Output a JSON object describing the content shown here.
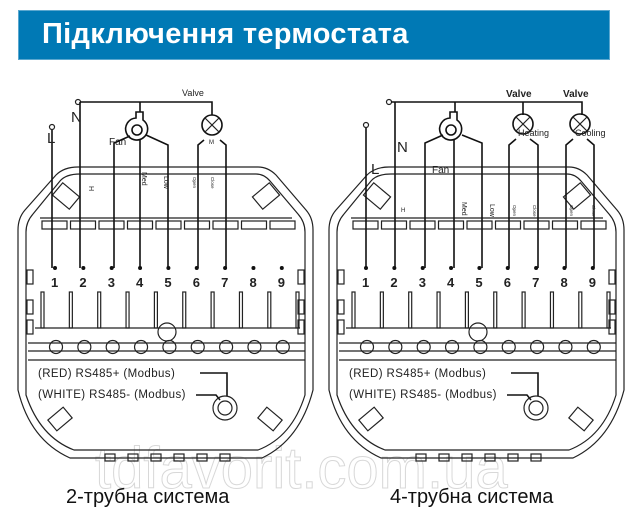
{
  "header": {
    "title": "Підключення термостата",
    "color": "#0079b5"
  },
  "watermark": "tdfavorit.com.ua",
  "diagrams": [
    {
      "caption": "2-трубна система",
      "power": {
        "n": "N",
        "l": "L"
      },
      "fan_label": "Fan",
      "valve_labels": [
        "Valve"
      ],
      "valve_sub": "M",
      "wire_labels": [
        "H",
        "Med",
        "Low",
        "Open",
        "Close"
      ],
      "terminals": [
        "1",
        "2",
        "3",
        "4",
        "5",
        "6",
        "7",
        "8",
        "9"
      ],
      "rs485_plus": "(RED) RS485+ (Modbus)",
      "rs485_minus": "(WHITE) RS485- (Modbus)"
    },
    {
      "caption": "4-трубна система",
      "power": {
        "n": "N",
        "l": "L"
      },
      "fan_label": "Fan",
      "valve_labels": [
        "Valve",
        "Valve"
      ],
      "valve_names": [
        "Heating",
        "Cooling"
      ],
      "wire_labels": [
        "H",
        "Med",
        "Low",
        "Open",
        "Close",
        "Open",
        "Close"
      ],
      "terminals": [
        "1",
        "2",
        "3",
        "4",
        "5",
        "6",
        "7",
        "8",
        "9"
      ],
      "rs485_plus": "(RED) RS485+ (Modbus)",
      "rs485_minus": "(WHITE) RS485- (Modbus)"
    }
  ]
}
